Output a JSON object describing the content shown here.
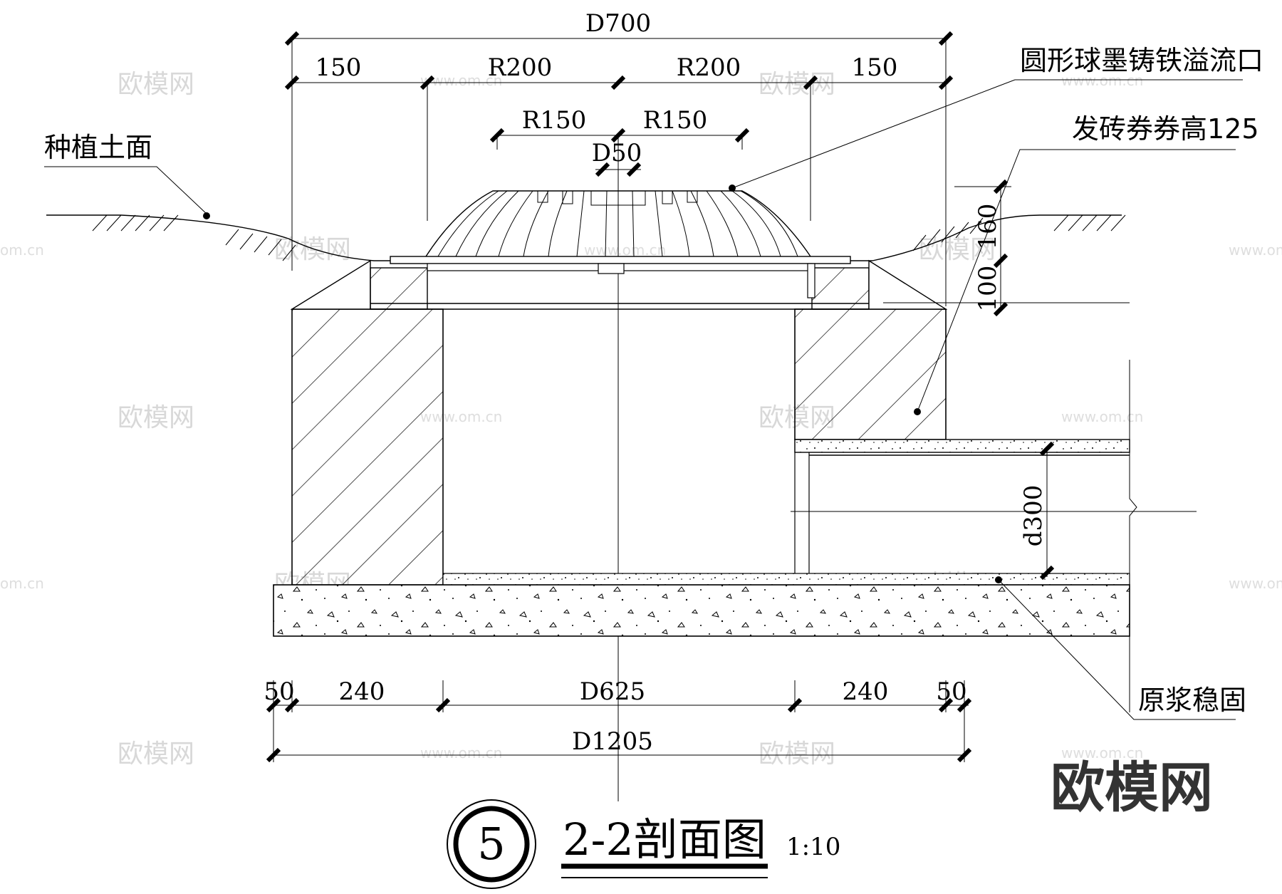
{
  "dimensions": {
    "top_overall": "D700",
    "top_left_margin": "150",
    "top_left_radius": "R200",
    "top_right_radius": "R200",
    "top_right_margin": "150",
    "inner_left_radius": "R150",
    "inner_right_radius": "R150",
    "center_hole": "D50",
    "right_height_upper": "160",
    "right_height_lower": "100",
    "pipe_diameter": "d300",
    "bottom_left_edge": "50",
    "bottom_left_wall": "240",
    "bottom_inner": "D625",
    "bottom_right_wall": "240",
    "bottom_right_edge": "50",
    "bottom_overall": "D1205"
  },
  "labels": {
    "planting_soil": "种植土面",
    "overflow_grate": "圆形球墨铸铁溢流口",
    "brick_arch": "发砖券券高125",
    "mortar": "原浆稳固"
  },
  "title": {
    "number": "5",
    "name": "2-2剖面图",
    "scale": "1:10"
  },
  "watermark": {
    "brand": "欧模网",
    "url": "www.om.cn",
    "short": "om.cn"
  }
}
